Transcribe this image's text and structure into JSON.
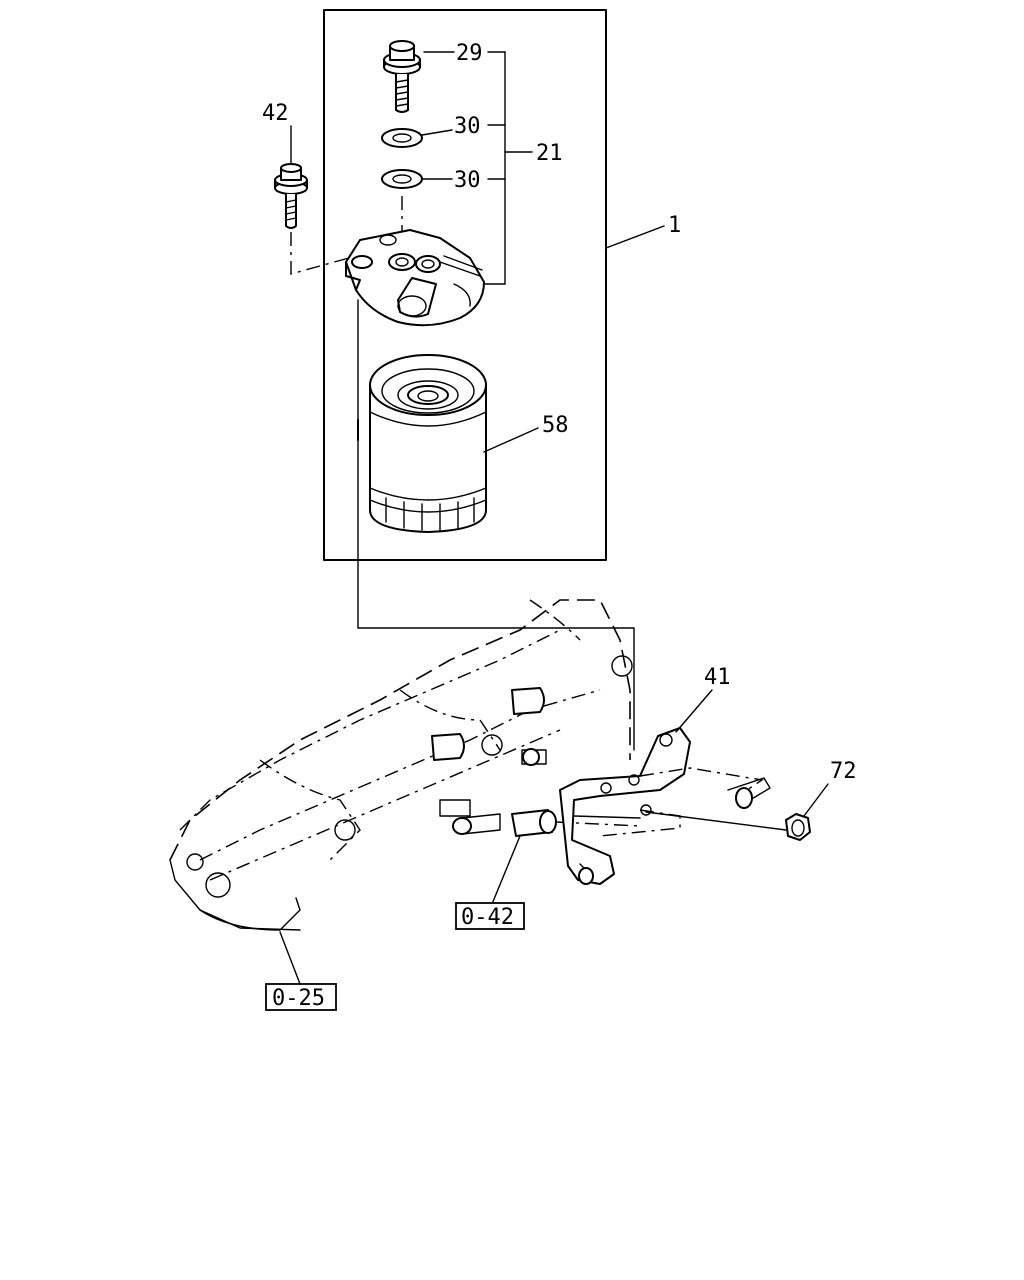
{
  "callouts": {
    "p1": "1",
    "p21": "21",
    "p29": "29",
    "p30a": "30",
    "p30b": "30",
    "p41": "41",
    "p42": "42",
    "p58": "58",
    "p72": "72"
  },
  "references": {
    "ref_042": "0-42",
    "ref_025": "0-25"
  }
}
